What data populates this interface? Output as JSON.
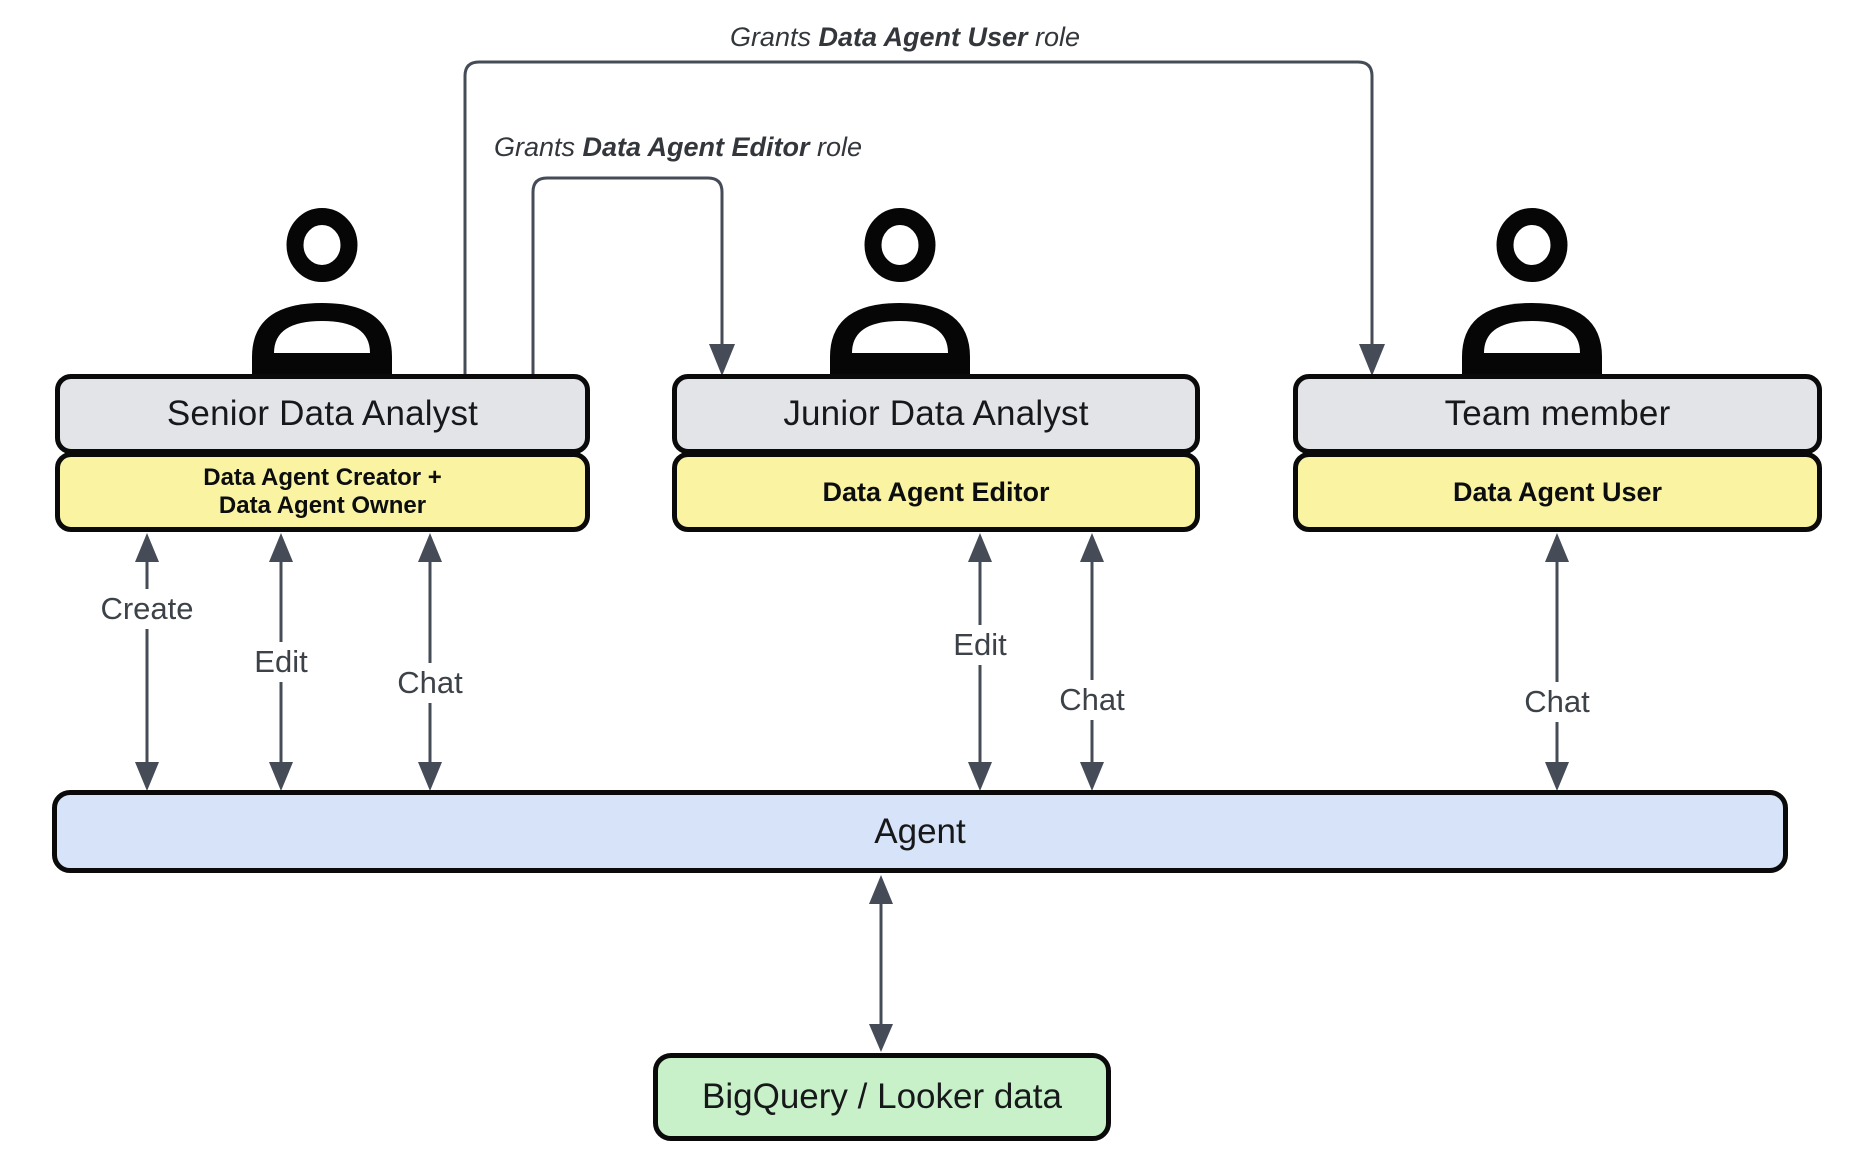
{
  "colors": {
    "header_fill": "#e2e4e8",
    "badge_fill": "#faf4a2",
    "agent_fill": "#d7e3f8",
    "data_fill": "#c9f1c9",
    "line": "#454c57"
  },
  "grants": {
    "user": {
      "prefix": "Grants ",
      "role": "Data Agent User",
      "suffix": " role"
    },
    "editor": {
      "prefix": "Grants ",
      "role": "Data Agent Editor",
      "suffix": " role"
    }
  },
  "actors": [
    {
      "title": "Senior Data Analyst",
      "badge_lines": [
        "Data Agent Creator +",
        "Data Agent Owner"
      ],
      "actions": [
        "Create",
        "Edit",
        "Chat"
      ]
    },
    {
      "title": "Junior Data Analyst",
      "badge_lines": [
        "Data Agent Editor"
      ],
      "actions": [
        "Edit",
        "Chat"
      ]
    },
    {
      "title": "Team member",
      "badge_lines": [
        "Data Agent User"
      ],
      "actions": [
        "Chat"
      ]
    }
  ],
  "agent": {
    "label": "Agent"
  },
  "datastore": {
    "label": "BigQuery / Looker data"
  }
}
